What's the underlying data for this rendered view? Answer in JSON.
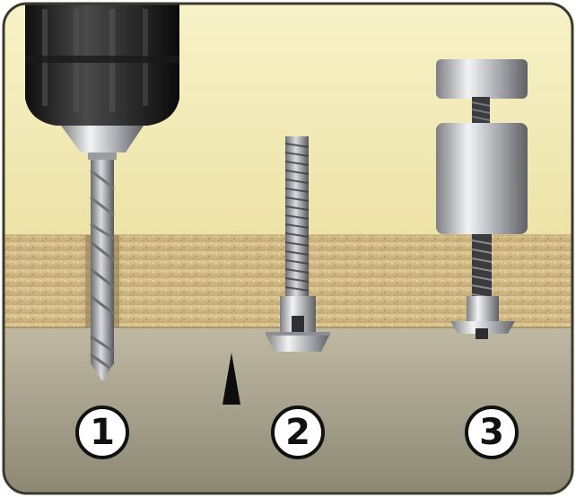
{
  "steps": [
    {
      "number": "1",
      "tool": "drill-bit-icon"
    },
    {
      "number": "2",
      "tool": "insert-nut-icon"
    },
    {
      "number": "3",
      "tool": "standoff-icon"
    }
  ],
  "colors": {
    "background_top": "#f4efc0",
    "background_bottom": "#8d8a78",
    "board": "#d8c28f",
    "frame_border": "#3b3a2e",
    "number_ring": "#111111",
    "metal": "#c7c9cc",
    "drill_body": "#262626"
  }
}
